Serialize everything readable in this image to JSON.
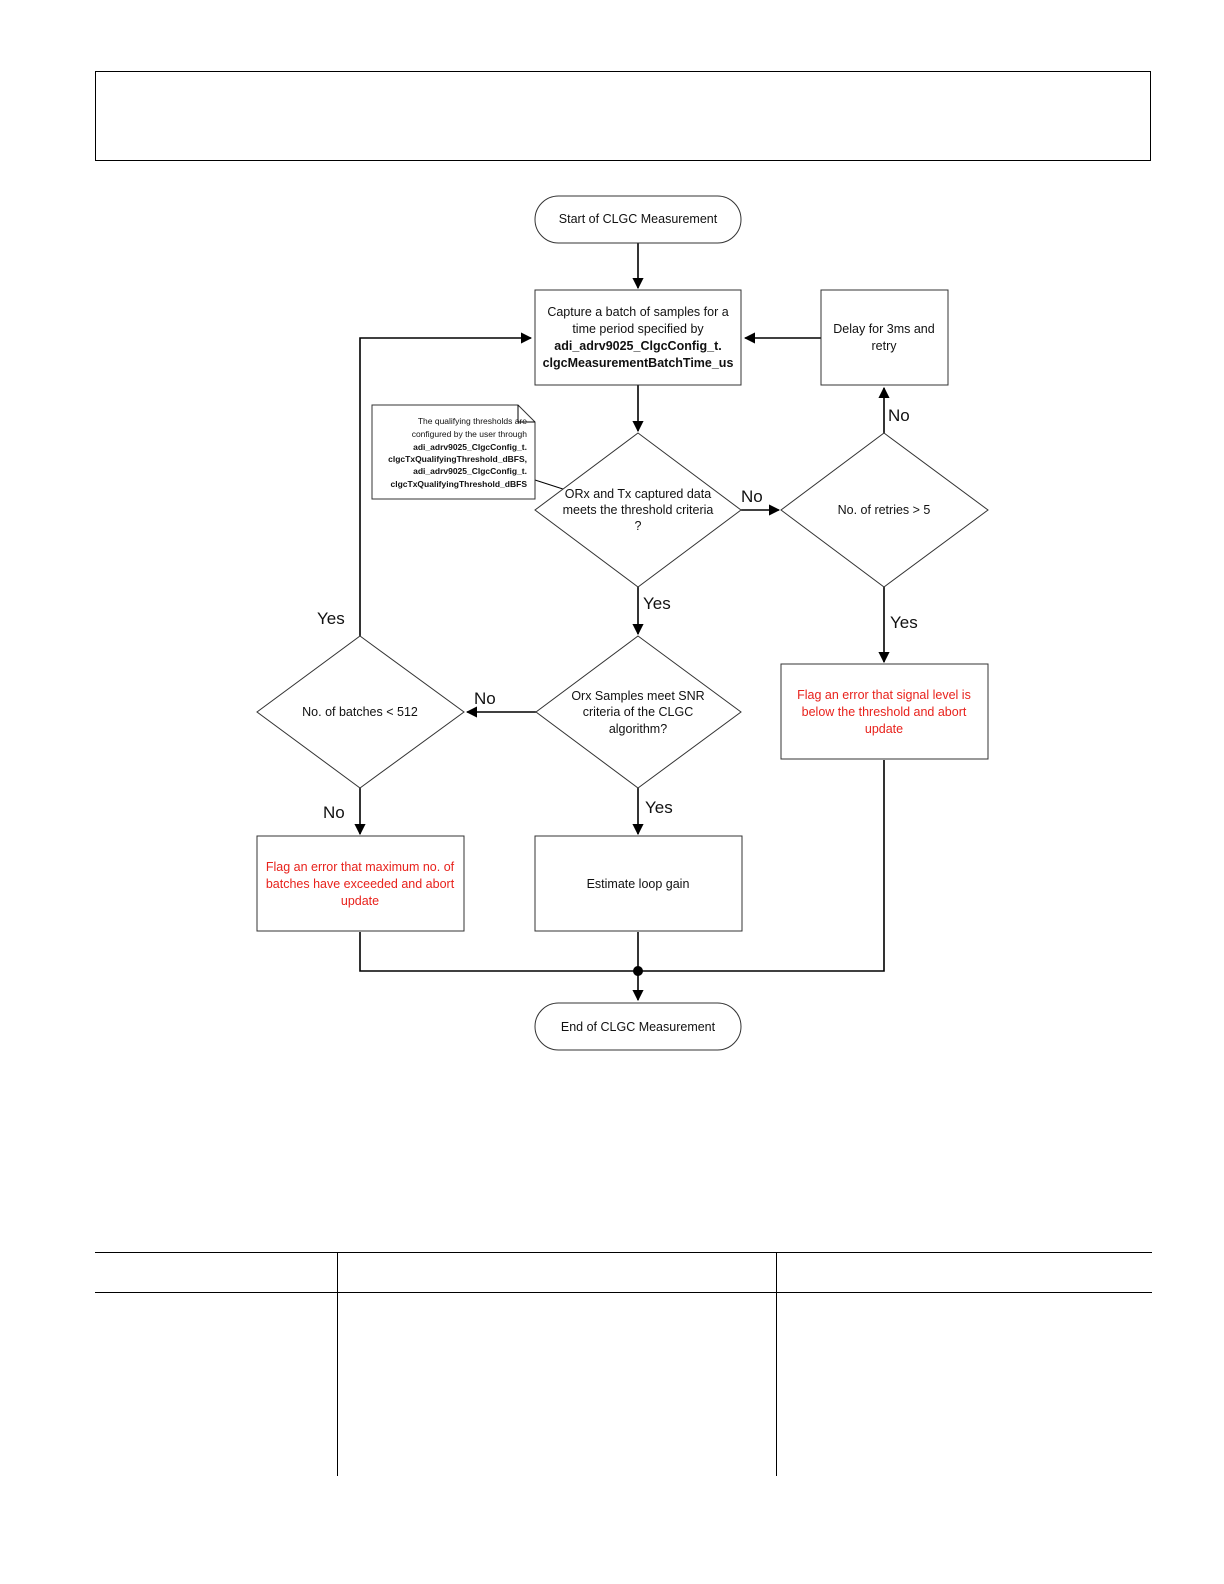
{
  "flowchart": {
    "start": "Start of CLGC Measurement",
    "capture": [
      "Capture a batch of samples for a",
      "time period specified by",
      "adi_adrv9025_ClgcConfig_t.",
      "clgcMeasurementBatchTime_us"
    ],
    "delay": [
      "Delay for 3ms and",
      "retry"
    ],
    "note": [
      "The qualifying thresholds are",
      "configured by the user through",
      "adi_adrv9025_ClgcConfig_t.",
      "clgcTxQualifyingThreshold_dBFS,",
      "adi_adrv9025_ClgcConfig_t.",
      "clgcTxQualifyingThreshold_dBFS"
    ],
    "threshold_decision": [
      "ORx and Tx captured data",
      "meets the threshold criteria",
      "?"
    ],
    "retries_decision": "No. of retries > 5",
    "snr_decision": [
      "Orx Samples meet SNR",
      "criteria of the CLGC",
      "algorithm?"
    ],
    "batches_decision": "No. of batches < 512",
    "error_signal": [
      "Flag an error that signal level is",
      "below the threshold and abort",
      "update"
    ],
    "error_batches": [
      "Flag an error that maximum no. of",
      "batches have exceeded and abort",
      "update"
    ],
    "estimate": "Estimate loop gain",
    "end": "End of CLGC Measurement",
    "labels": {
      "no": "No",
      "yes": "Yes"
    }
  },
  "colors": {
    "error_text": "#e8221c",
    "line": "#000000"
  }
}
